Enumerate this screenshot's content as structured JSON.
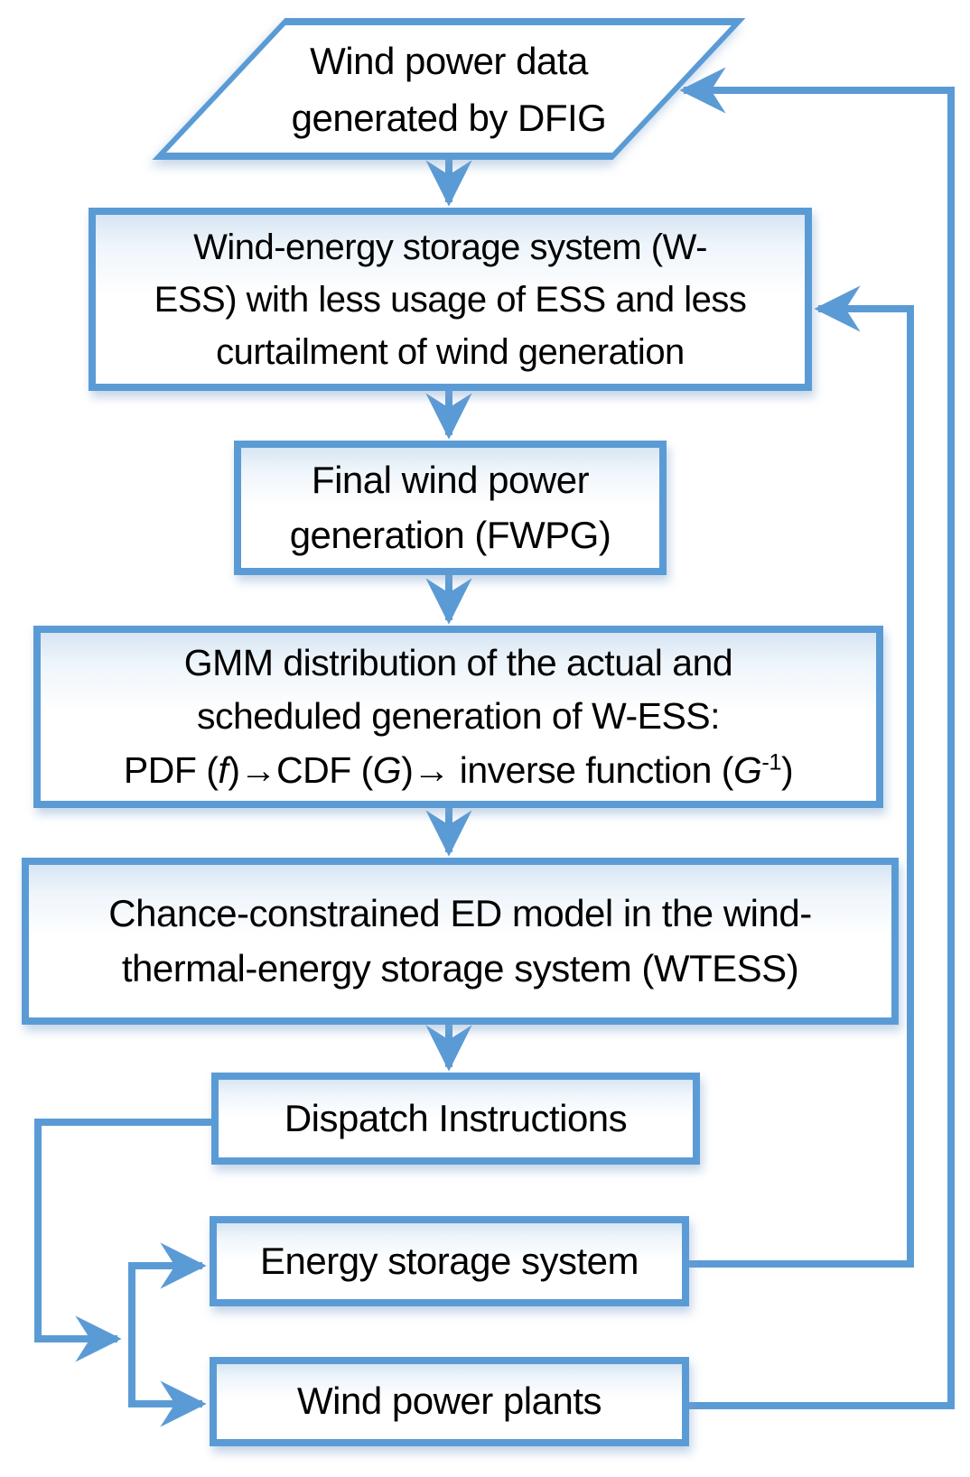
{
  "colors": {
    "accent": "#5B9BD5",
    "text": "#000000",
    "background": "#FFFFFF"
  },
  "nodes": {
    "wind_data": {
      "lines": [
        "Wind power data",
        "generated by DFIG"
      ]
    },
    "wess": {
      "lines": [
        "Wind-energy storage system (W-",
        "ESS) with less usage of ESS and less",
        "curtailment of wind generation"
      ]
    },
    "fwpg": {
      "lines": [
        "Final wind power",
        "generation (FWPG)"
      ]
    },
    "gmm": {
      "lines": [
        "GMM distribution of the actual and",
        "scheduled generation of W-ESS:"
      ],
      "formula_html": "PDF (<i>f</i>)<b>→</b>CDF (<i>G</i>)<b>→</b> inverse function (<i>G</i><sup>-1</sup>)"
    },
    "cc_ed": {
      "lines": [
        "Chance-constrained ED model in the wind-",
        "thermal-energy storage system (WTESS)"
      ]
    },
    "dispatch": {
      "label": "Dispatch Instructions"
    },
    "ess": {
      "label": "Energy storage system"
    },
    "wpp": {
      "label": "Wind power plants"
    }
  }
}
